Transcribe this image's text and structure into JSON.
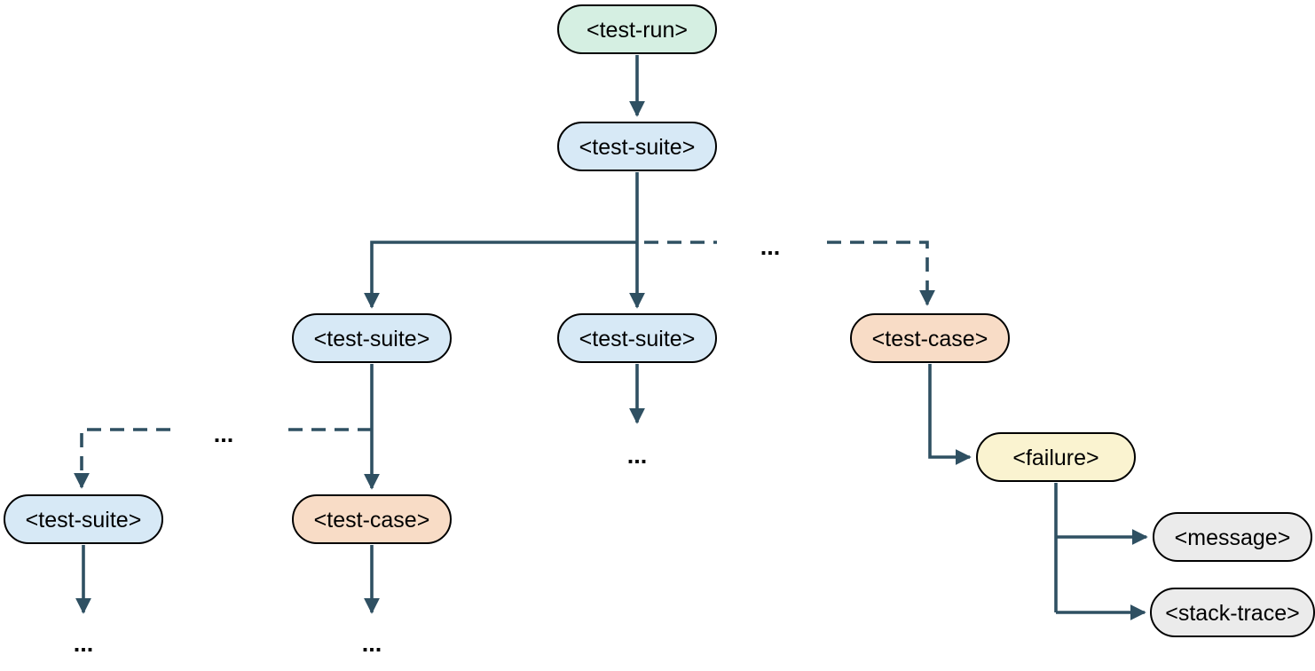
{
  "diagram": {
    "ellipsis": "...",
    "line_color": "#2f5062",
    "node_border_color": "#000000",
    "nodes": {
      "test_run": {
        "label": "<test-run>",
        "fill": "#d5efe2"
      },
      "test_suite_root": {
        "label": "<test-suite>",
        "fill": "#d7e9f6"
      },
      "test_suite_left": {
        "label": "<test-suite>",
        "fill": "#d7e9f6"
      },
      "test_suite_mid": {
        "label": "<test-suite>",
        "fill": "#d7e9f6"
      },
      "test_case_right": {
        "label": "<test-case>",
        "fill": "#f8dcc6"
      },
      "test_suite_far_left": {
        "label": "<test-suite>",
        "fill": "#d7e9f6"
      },
      "test_case_left": {
        "label": "<test-case>",
        "fill": "#f8dcc6"
      },
      "failure": {
        "label": "<failure>",
        "fill": "#faf3d0"
      },
      "message": {
        "label": "<message>",
        "fill": "#ebebeb"
      },
      "stack_trace": {
        "label": "<stack-trace>",
        "fill": "#ebebeb"
      }
    }
  }
}
